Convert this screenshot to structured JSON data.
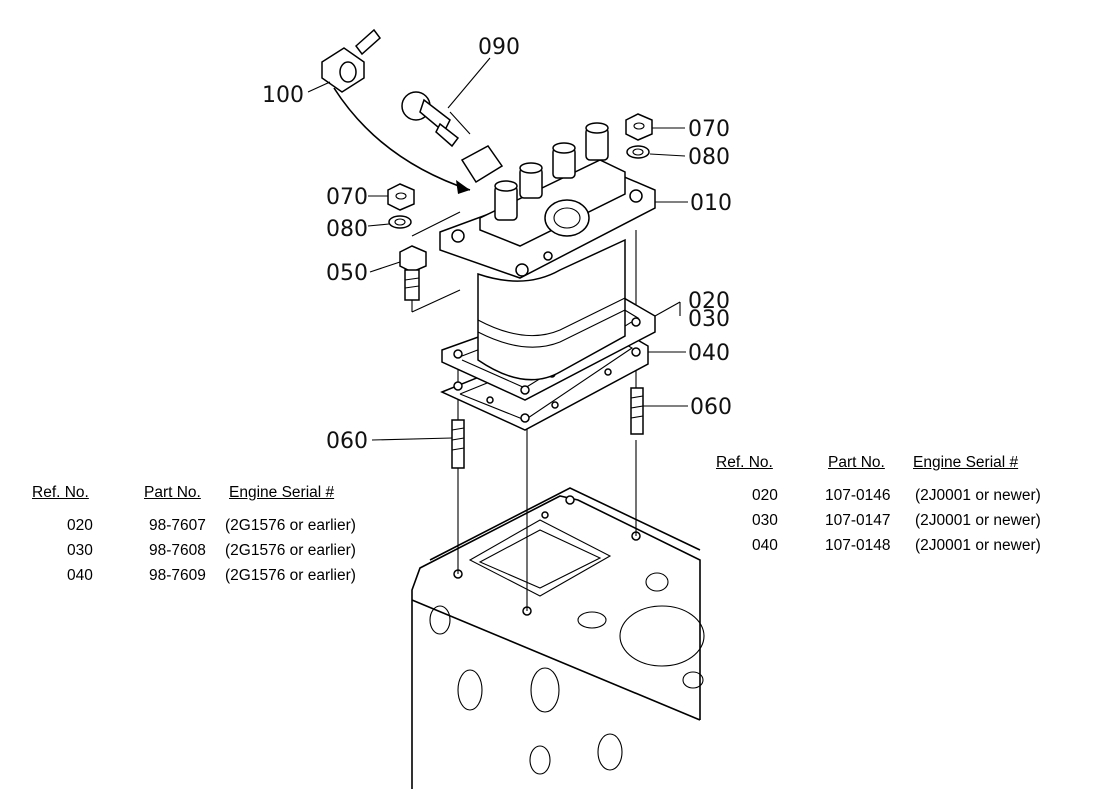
{
  "callouts": {
    "c100": "100",
    "c090": "090",
    "c070a": "070",
    "c080a": "080",
    "c010": "010",
    "c070b": "070",
    "c080b": "080",
    "c050": "050",
    "c020": "020",
    "c030": "030",
    "c040": "040",
    "c060a": "060",
    "c060b": "060"
  },
  "left_table": {
    "headers": {
      "ref": "Ref. No.",
      "part": "Part No.",
      "serial": "Engine Serial #"
    },
    "rows": [
      {
        "ref": "020",
        "part": "98-7607",
        "serial": "(2G1576 or earlier)"
      },
      {
        "ref": "030",
        "part": "98-7608",
        "serial": "(2G1576 or earlier)"
      },
      {
        "ref": "040",
        "part": "98-7609",
        "serial": "(2G1576 or earlier)"
      }
    ]
  },
  "right_table": {
    "headers": {
      "ref": "Ref. No.",
      "part": "Part No.",
      "serial": "Engine Serial #"
    },
    "rows": [
      {
        "ref": "020",
        "part": "107-0146",
        "serial": "(2J0001 or newer)"
      },
      {
        "ref": "030",
        "part": "107-0147",
        "serial": "(2J0001 or newer)"
      },
      {
        "ref": "040",
        "part": "107-0148",
        "serial": "(2J0001 or newer)"
      }
    ]
  }
}
